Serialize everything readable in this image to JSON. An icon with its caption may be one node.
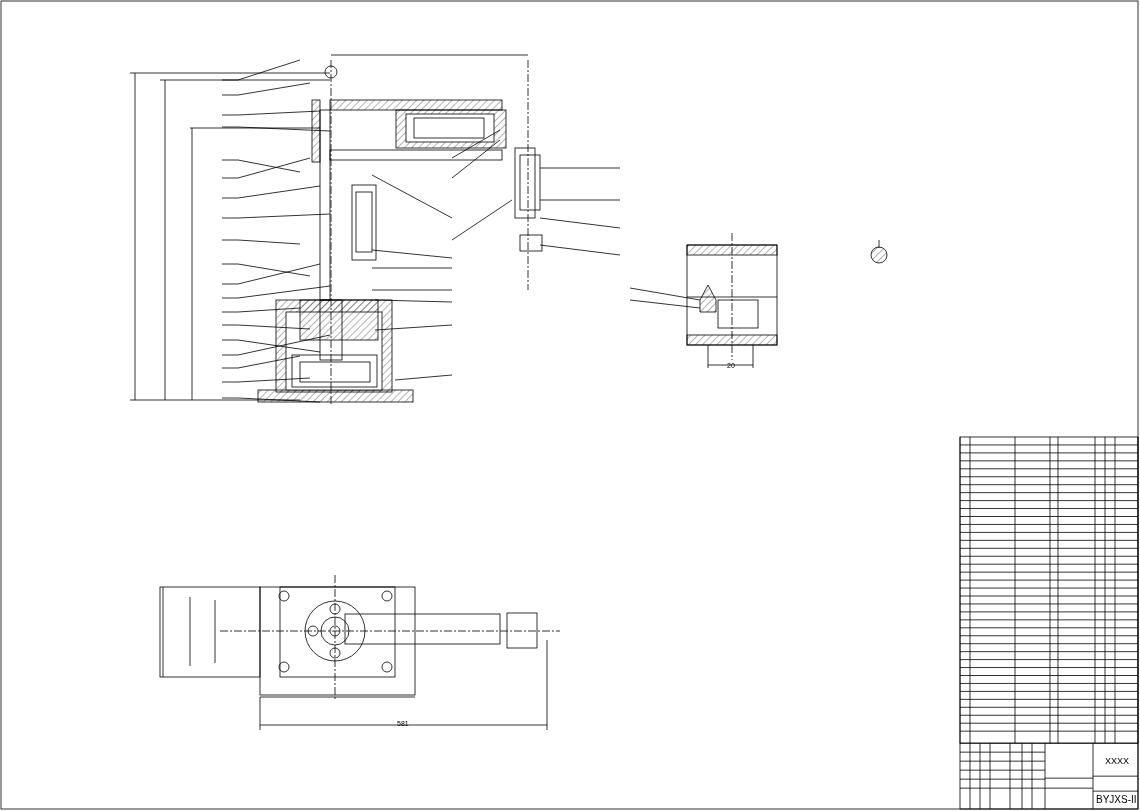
{
  "diagram": {
    "labels": [
      "20",
      "581",
      "XXXX",
      "BYJXS-II"
    ]
  }
}
